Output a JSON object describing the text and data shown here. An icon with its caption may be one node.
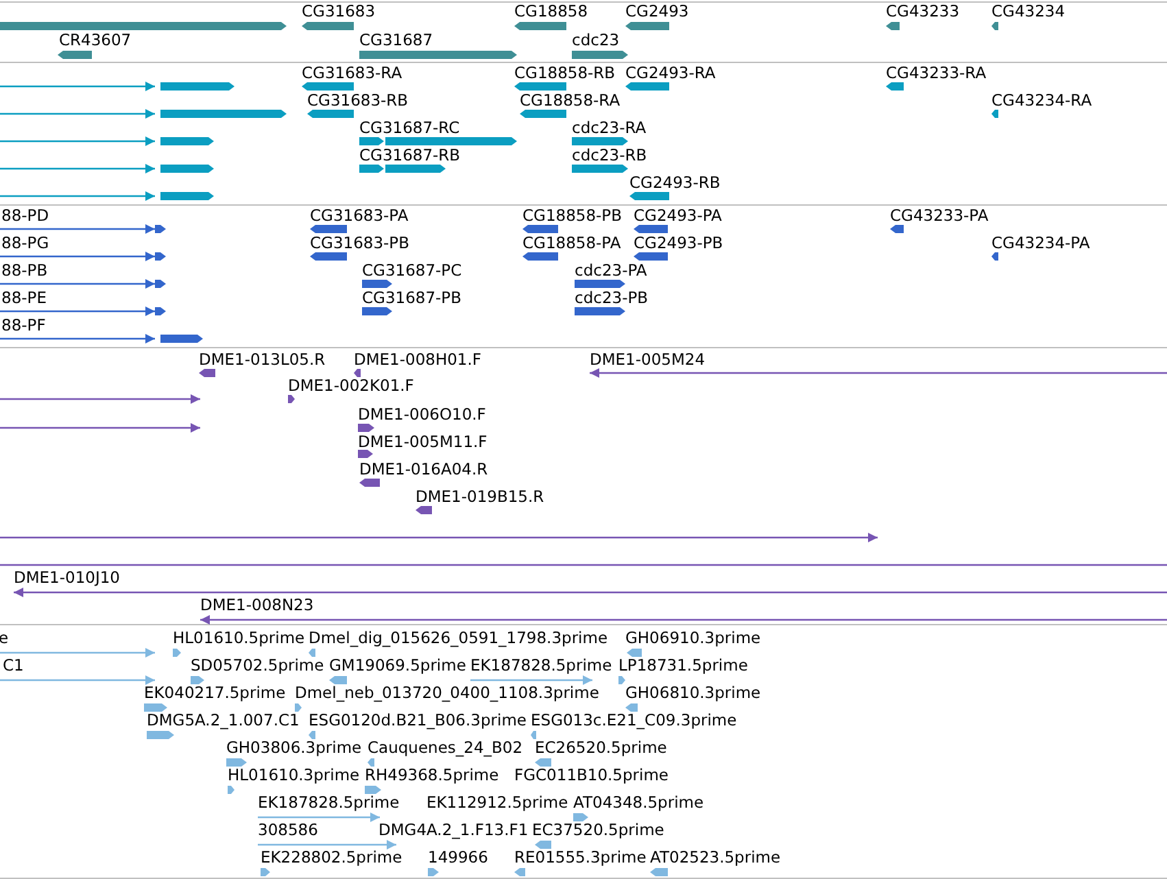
{
  "diagram": {
    "labels": [
      "CG31683",
      "CG18858",
      "CG2493",
      "CG43233",
      "CG43234",
      "CR43607",
      "CG31687",
      "cdc23",
      "CG31683-RA",
      "CG18858-RB",
      "CG2493-RA",
      "CG43233-RA",
      "CG31683-RB",
      "CG18858-RA",
      "CG43234-RA",
      "CG31687-RC",
      "cdc23-RA",
      "CG31687-RB",
      "cdc23-RB",
      "CG2493-RB",
      "88-PD",
      "CG31683-PA",
      "CG18858-PB",
      "CG2493-PA",
      "CG43233-PA",
      "88-PG",
      "CG31683-PB",
      "CG18858-PA",
      "CG2493-PB",
      "CG43234-PA",
      "88-PB",
      "CG31687-PC",
      "cdc23-PA",
      "88-PE",
      "CG31687-PB",
      "cdc23-PB",
      "88-PF",
      "DME1-013L05.R",
      "DME1-008H01.F",
      "DME1-005M24",
      "DME1-002K01.F",
      "DME1-006O10.F",
      "DME1-005M11.F",
      "DME1-016A04.R",
      "DME1-019B15.R",
      "DME1-010J10",
      "DME1-008N23",
      "e",
      "HL01610.5prime",
      "Dmel_dig_015626_0591_1798.3prime",
      "GH06910.3prime",
      "C1",
      "SD05702.5prime",
      "GM19069.5prime",
      "EK187828.5prime",
      "LP18731.5prime",
      "EK040217.5prime",
      "Dmel_neb_013720_0400_1108.3prime",
      "GH06810.3prime",
      "DMG5A.2_1.007.C1",
      "ESG0120d.B21_B06.3prime",
      "ESG013c.E21_C09.3prime",
      "GH03806.3prime",
      "Cauquenes_24_B02",
      "EC26520.5prime",
      "HL01610.3prime",
      "RH49368.5prime",
      "FGC011B10.5prime",
      "EK187828.5prime",
      "EK112912.5prime",
      "AT04348.5prime",
      "308586",
      "DMG4A.2_1.F13.F1",
      "EC37520.5prime",
      "EK228802.5prime",
      "149966",
      "RE01555.3prime",
      "AT02523.5prime"
    ]
  }
}
